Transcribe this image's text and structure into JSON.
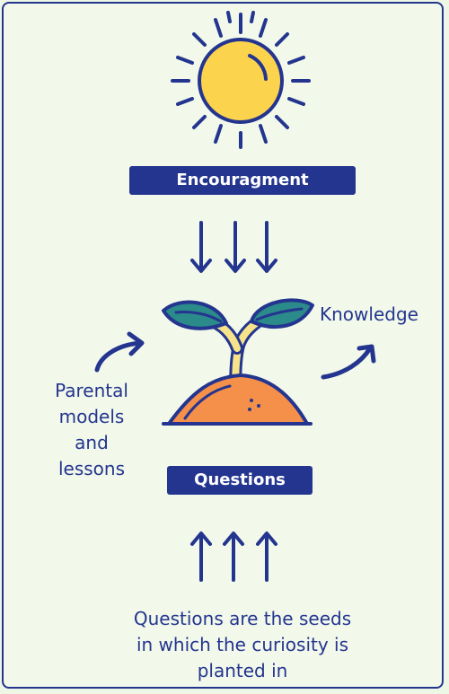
{
  "top_label": "Encouragment",
  "middle_label": "Questions",
  "right_label": "Knowledge",
  "left_label_lines": [
    "Parental",
    "models",
    "and",
    "lessons"
  ],
  "caption_lines": [
    "Questions are the seeds",
    "in which the curiosity is",
    "planted in"
  ],
  "icons": [
    "sun-icon",
    "sprout-icon",
    "arrow-down-icon",
    "arrow-up-icon",
    "curved-arrow-icon"
  ],
  "colors": {
    "navy": "#24358f",
    "background": "#f2f9ea",
    "sun": "#fcd34d",
    "leaf": "#2b8a8a",
    "stem": "#f7e38a",
    "soil": "#f4904a"
  }
}
